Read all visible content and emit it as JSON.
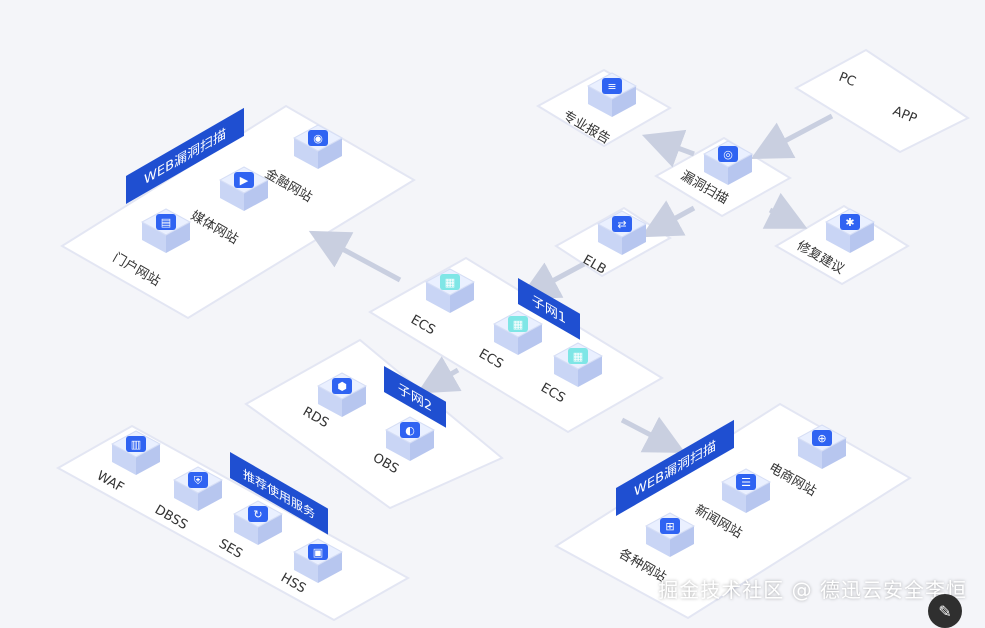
{
  "colors": {
    "background": "#f4f5f9",
    "platform_top": "#ffffff",
    "platform_side": "#e3e6f3",
    "cube_top": "#eaf0ff",
    "cube_side": "#c9d5f5",
    "icon_blue": "#2f63f2",
    "label_blue": "#1f4fd1",
    "arrow": "#c9cfe0",
    "text": "#333333"
  },
  "groups": {
    "web_scan_top": {
      "banner": "WEB漏洞扫描",
      "items": [
        "金融网站",
        "媒体网站",
        "门户网站"
      ]
    },
    "scanner": {
      "clients": [
        "PC",
        "APP"
      ],
      "scan": "漏洞扫描",
      "report": "专业报告",
      "advice": "修复建议",
      "elb": "ELB"
    },
    "subnet1": {
      "banner": "子网1",
      "items": [
        "ECS",
        "ECS",
        "ECS"
      ]
    },
    "subnet2": {
      "banner": "子网2",
      "items": [
        "RDS",
        "OBS"
      ]
    },
    "recommended": {
      "banner": "推荐使用服务",
      "items": [
        "WAF",
        "DBSS",
        "SES",
        "HSS"
      ]
    },
    "web_scan_bottom": {
      "banner": "WEB漏洞扫描",
      "items": [
        "电商网站",
        "新闻网站",
        "各种网站"
      ]
    }
  },
  "icons": {
    "金融网站": "globe-icon",
    "媒体网站": "media-icon",
    "门户网站": "portal-icon",
    "专业报告": "report-icon",
    "漏洞扫描": "fingerprint-icon",
    "修复建议": "gear-icon",
    "ELB": "loadbalancer-icon",
    "ECS": "server-stack-icon",
    "RDS": "database-icon",
    "OBS": "storage-icon",
    "WAF": "firewall-icon",
    "DBSS": "shield-icon",
    "SES": "refresh-icon",
    "HSS": "host-icon",
    "电商网站": "cart-icon",
    "新闻网站": "news-icon",
    "各种网站": "grid-icon"
  },
  "watermark": "掘金技术社区 @ 德迅云安全李恒"
}
